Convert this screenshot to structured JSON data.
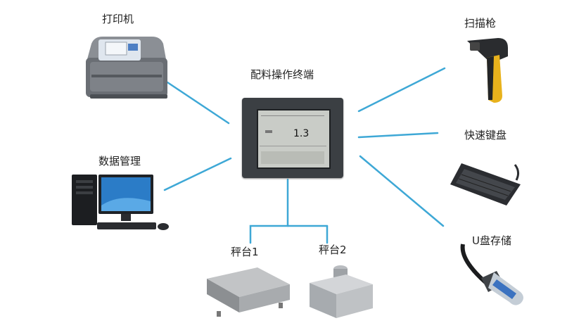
{
  "center": {
    "label": "配料操作终端",
    "screen_value": "1.3"
  },
  "devices": {
    "printer": {
      "label": "打印机"
    },
    "pc": {
      "label": "数据管理"
    },
    "scanner": {
      "label": "扫描枪"
    },
    "keyboard": {
      "label": "快速键盘"
    },
    "usb": {
      "label": "U盘存储"
    },
    "scale1": {
      "label": "秤台1"
    },
    "scale2": {
      "label": "秤台2"
    }
  },
  "colors": {
    "connector": "#3ea8d6",
    "screen": "#c9ccc7",
    "bezel": "#3b3f43"
  }
}
